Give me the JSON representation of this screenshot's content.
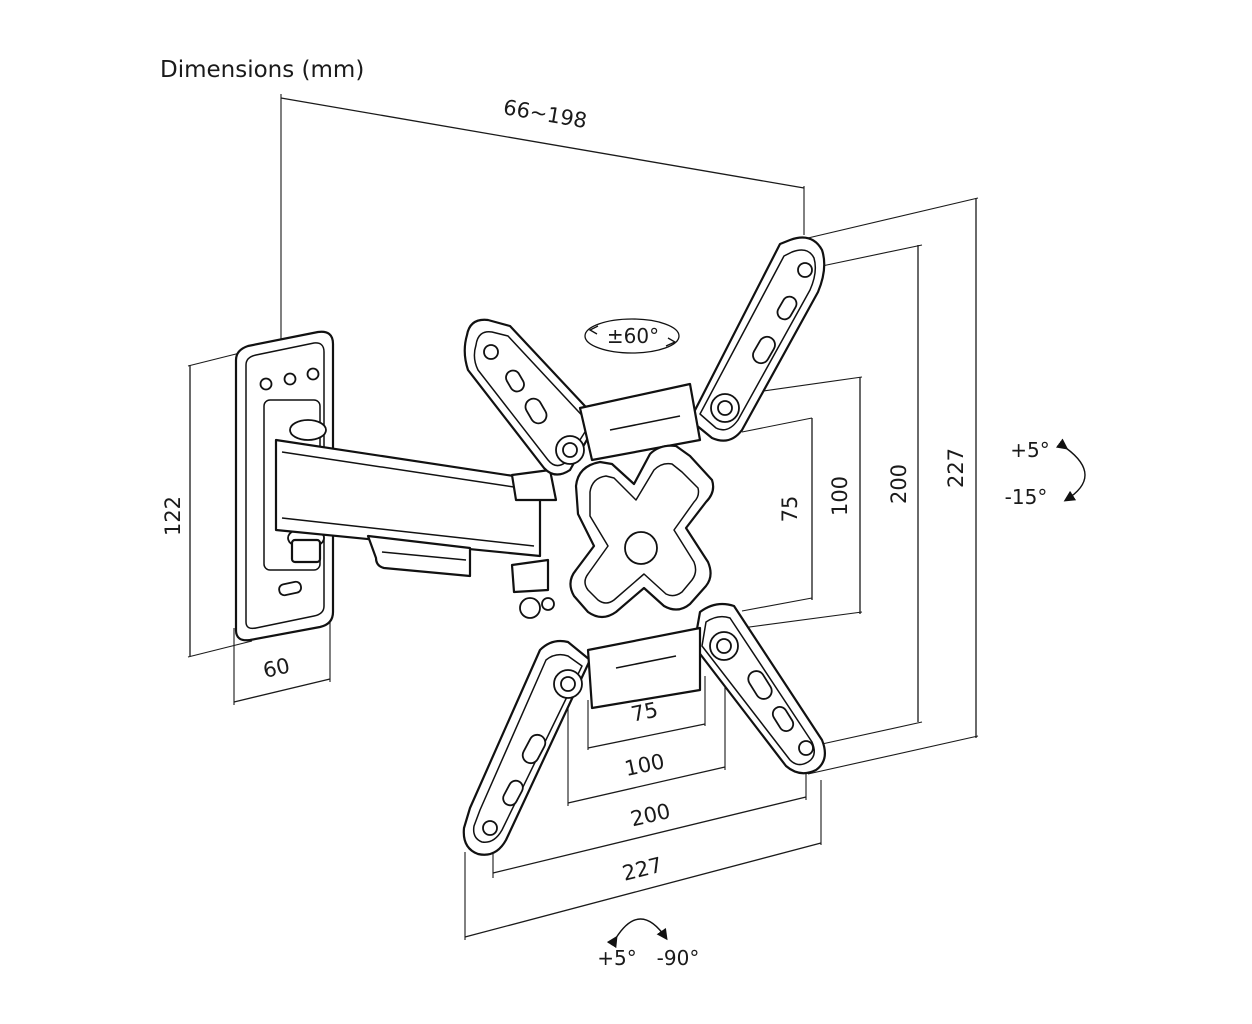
{
  "title": "Dimensions (mm)",
  "dimensions": {
    "arm_extension": "66~198",
    "wall_plate_height": "122",
    "wall_plate_width": "60",
    "vesa_v_75": "75",
    "vesa_v_100": "100",
    "vesa_v_200": "200",
    "vesa_v_227": "227",
    "vesa_h_75": "75",
    "vesa_h_100": "100",
    "vesa_h_200": "200",
    "vesa_h_227": "227"
  },
  "rotation": {
    "label": "±60°"
  },
  "tilt": {
    "up": "+5°",
    "down": "-15°"
  },
  "swivel": {
    "left": "+5°",
    "right": "-90°"
  },
  "colors": {
    "line": "#111111",
    "background": "#ffffff"
  }
}
